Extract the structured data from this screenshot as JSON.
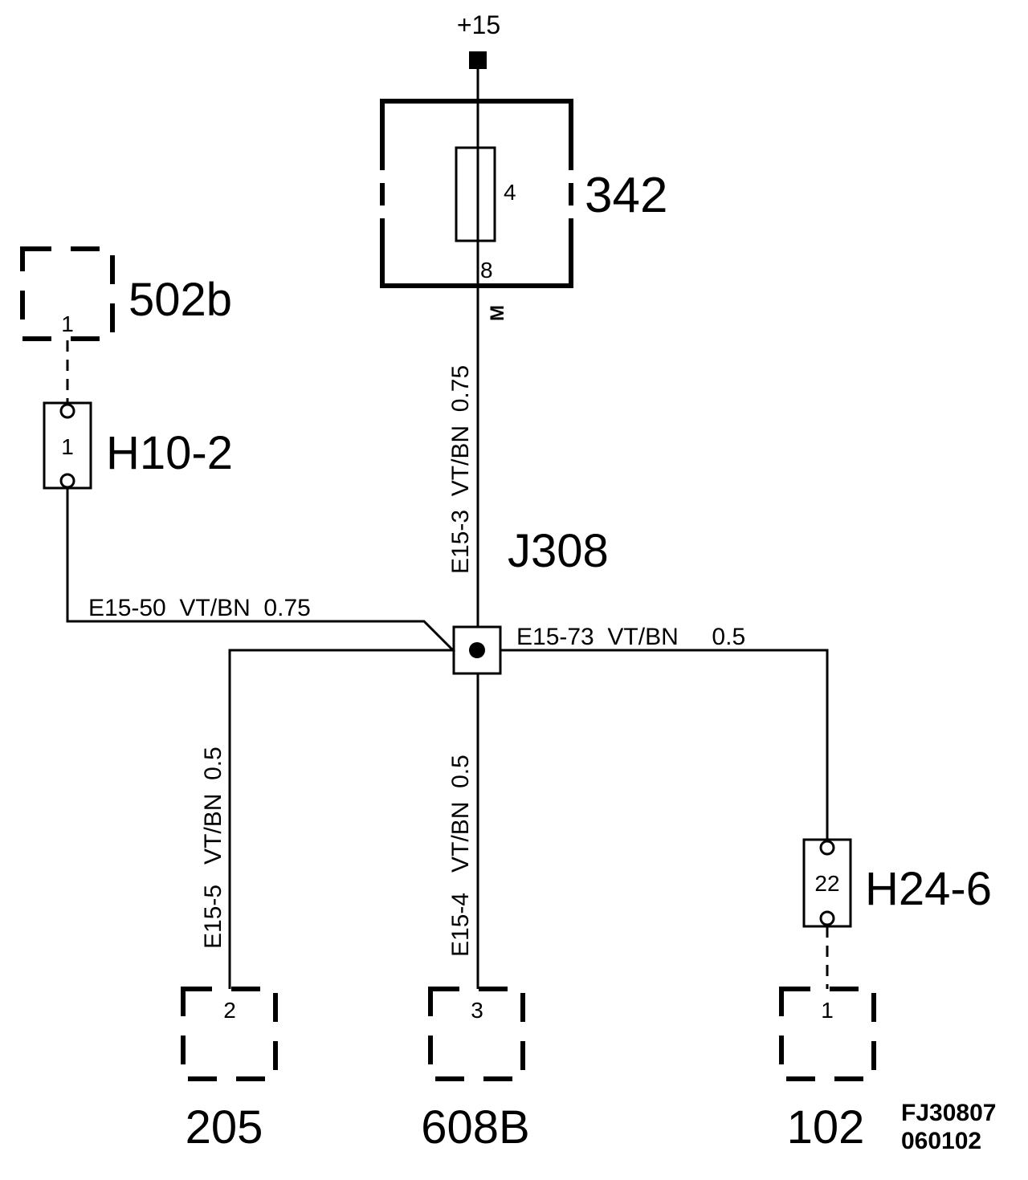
{
  "supply": {
    "label": "+15"
  },
  "fuse_unit": {
    "id": "342",
    "fuse_number": "4",
    "pin": "8",
    "pin_side": "M"
  },
  "splice": {
    "id": "J308"
  },
  "components": {
    "c502b": {
      "id": "502b",
      "pin": "1"
    },
    "c205": {
      "id": "205",
      "pin": "2"
    },
    "c608b": {
      "id": "608B",
      "pin": "3"
    },
    "c102": {
      "id": "102",
      "pin": "1"
    }
  },
  "connectors": {
    "h10": {
      "id": "H10-2",
      "pin": "1"
    },
    "h24": {
      "id": "H24-6",
      "pin": "22"
    }
  },
  "wires": {
    "e15_3": "E15-3  VT/BN  0.75",
    "e15_50": "E15-50  VT/BN  0.75",
    "e15_73": "E15-73  VT/BN     0.5",
    "e15_5": "E15-5   VT/BN  0.5",
    "e15_4": "E15-4   VT/BN  0.5"
  },
  "drawing_code": {
    "line1": "FJ30807",
    "line2": "060102"
  }
}
